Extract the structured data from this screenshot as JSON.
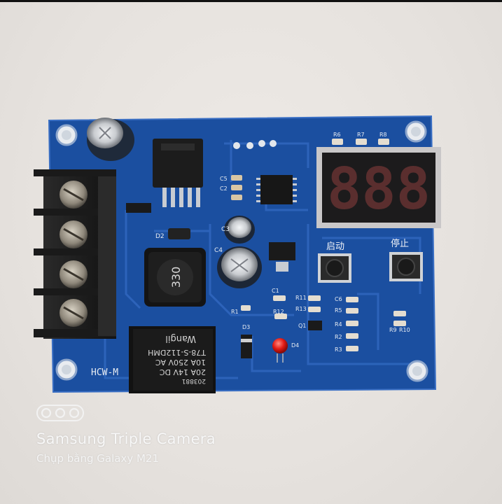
{
  "photo": {
    "subject": "Blue PCB battery charge control module with screw terminal, relay, 3-digit red LED display and two push buttons",
    "pcb_color": "#1a4f9c",
    "background_color": "#e8e4e0"
  },
  "board_text": {
    "model": "HCW-M",
    "inductor_marking": "330",
    "start_button_label": "启动",
    "stop_button_label": "停止",
    "display_digits": "888",
    "relay": {
      "brand": "Wangil",
      "model": "T78-S-112DMH",
      "rating_ac": "10A 250V AC",
      "rating_dc": "20A 14V DC",
      "code": "203881"
    },
    "refs": {
      "c1": "C1",
      "c2": "C2",
      "c3": "C3",
      "c4": "C4",
      "c5": "C5",
      "c6": "C6",
      "d2": "D2",
      "d3": "D3",
      "d4": "D4",
      "r1": "R1",
      "r2": "R2",
      "r3": "R3",
      "r4": "R4",
      "r5": "R5",
      "r6": "R6",
      "r7": "R7",
      "r8": "R8",
      "r9": "R9",
      "r10": "R10",
      "r11": "R11",
      "r12": "R12",
      "r13": "R13",
      "q1": "Q1"
    }
  },
  "watermark": {
    "title": "Samsung Triple Camera",
    "subtitle": "Chụp bằng Galaxy M21"
  }
}
